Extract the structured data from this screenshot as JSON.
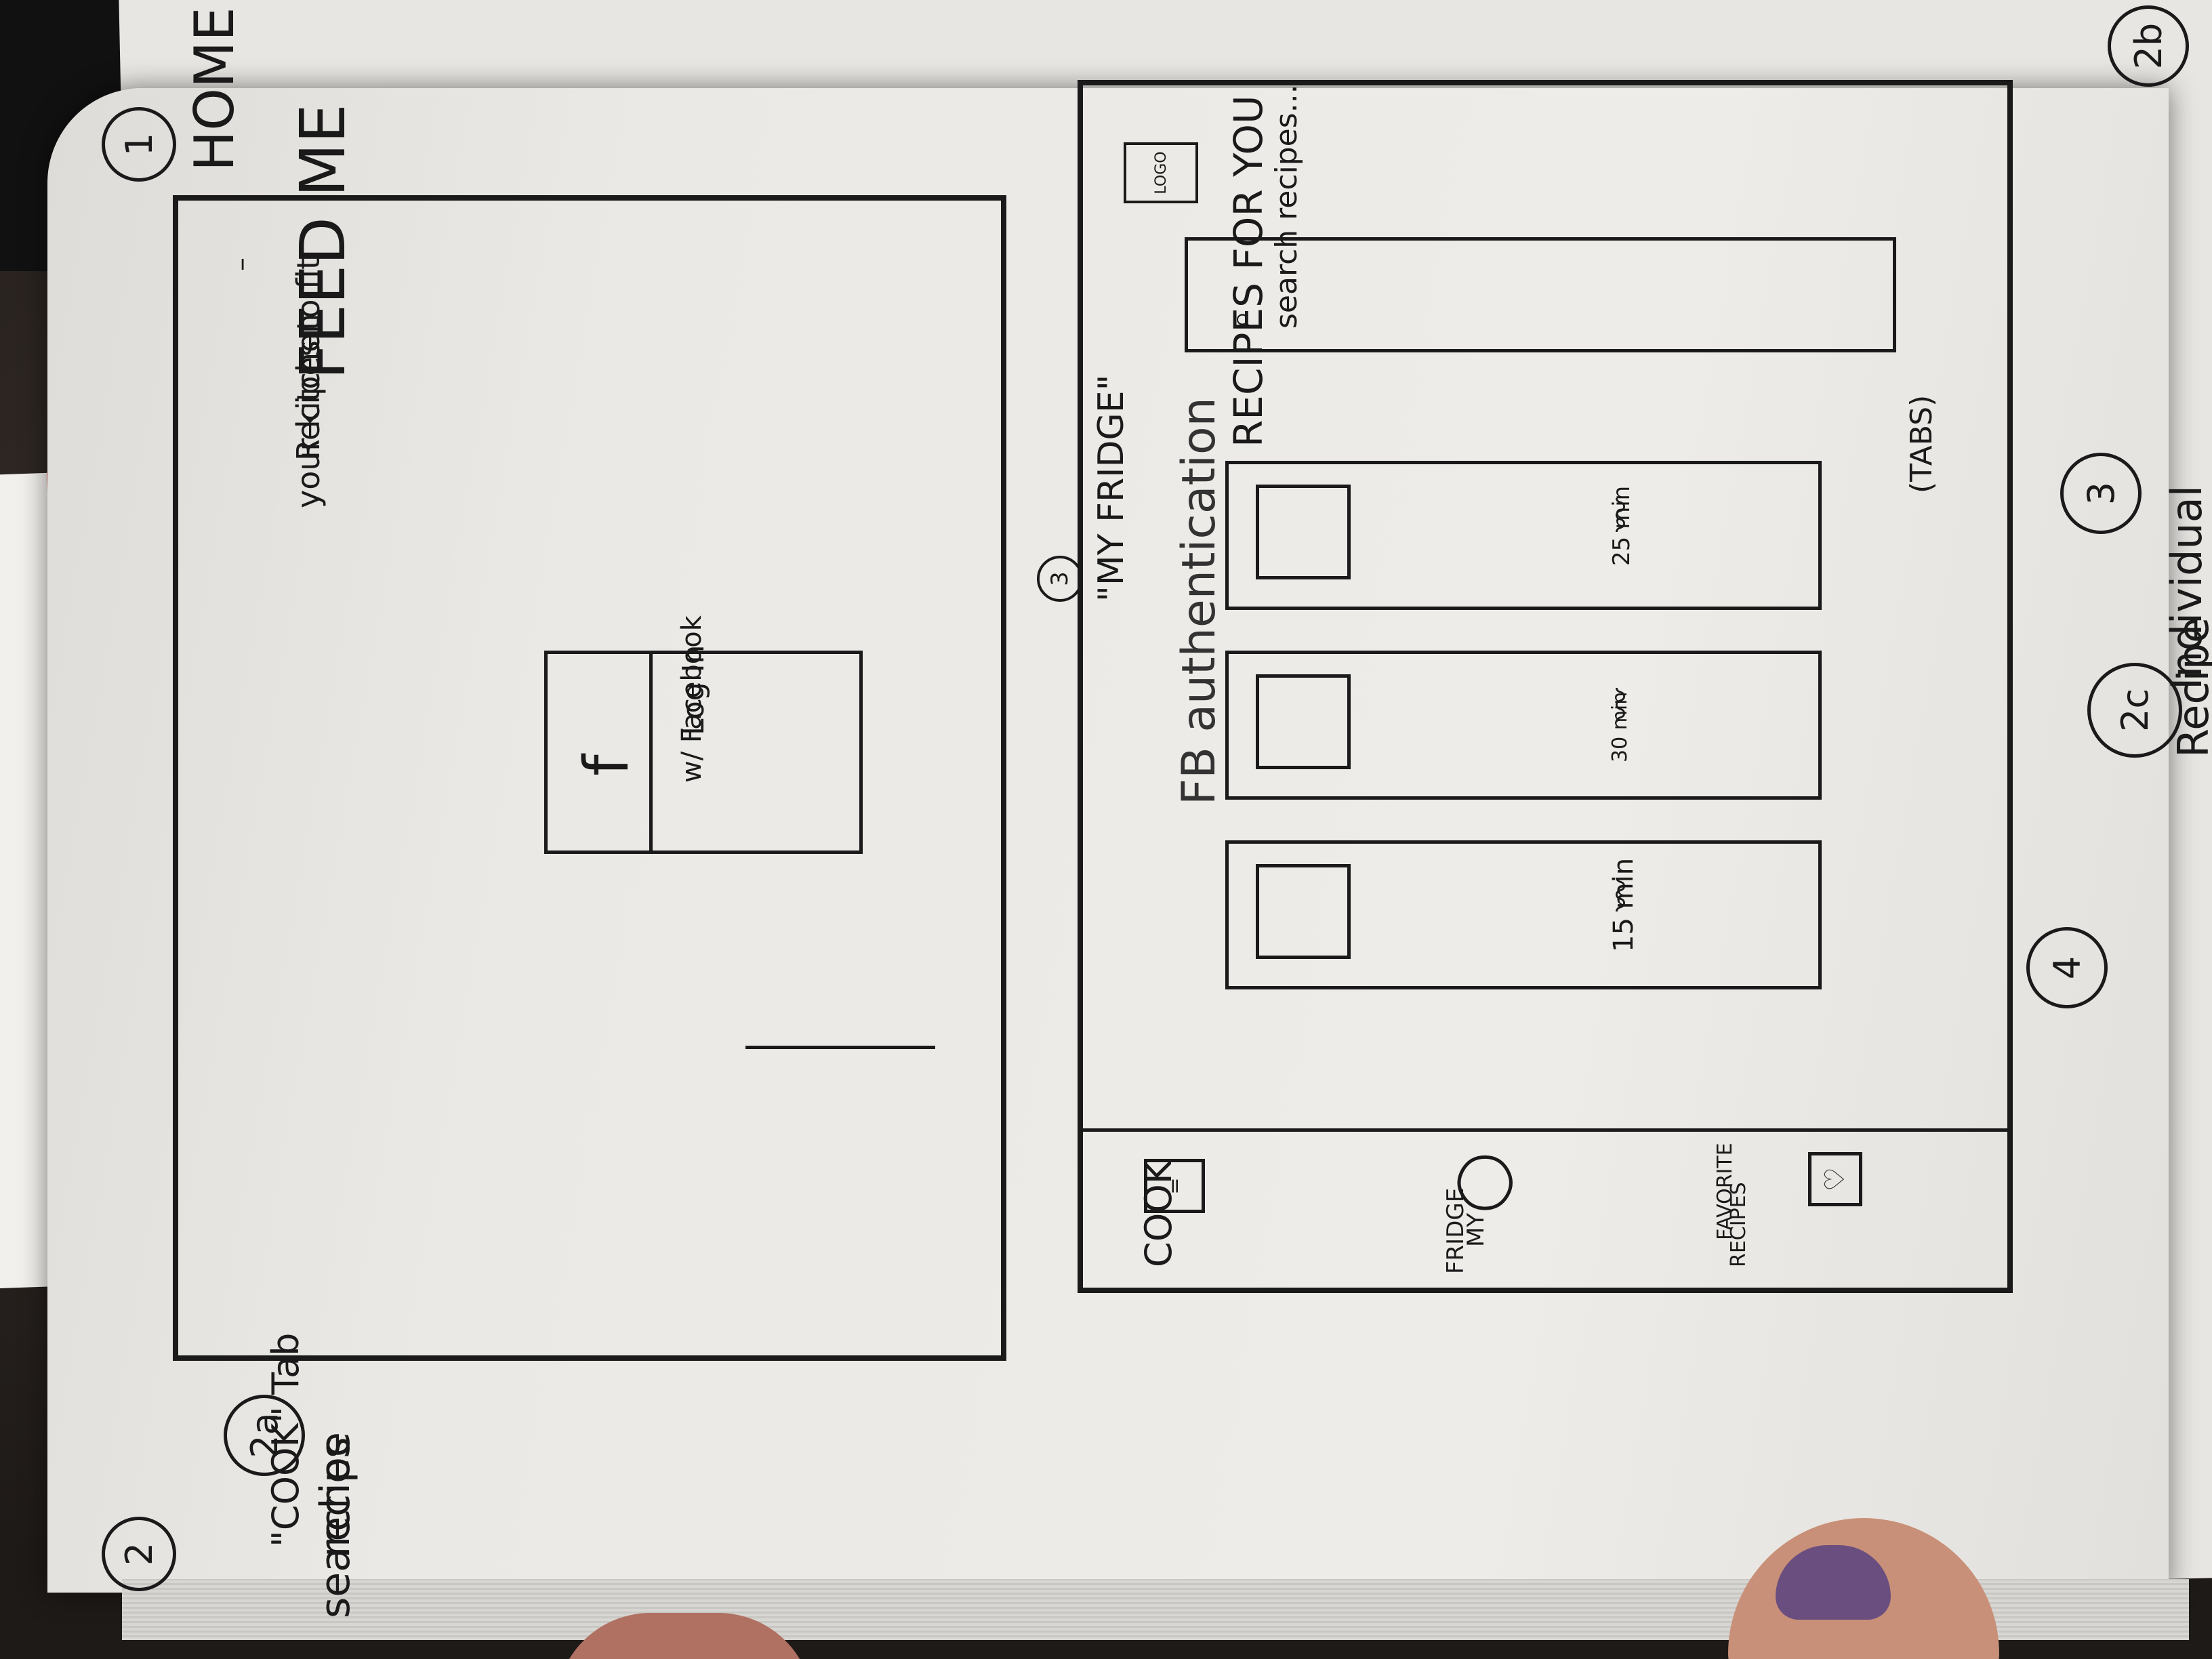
{
  "notes": {
    "home_heading": "HOME",
    "home_number": "1",
    "fb_note": "FB authentication",
    "my_fridge_number": "3",
    "my_fridge_note": "\"MY FRIDGE\"",
    "cook_number": "2",
    "cook_note": "\"COOK\" Tab",
    "search_number": "2a",
    "search_note_line1": "recipe",
    "search_note_line2": "searches",
    "recipe_number": "2c",
    "recipe_note_line1": "Individual",
    "recipe_note_line2": "Recipe",
    "tabs_note": "(TABS)",
    "tab3_number": "3",
    "tab4_number": "4",
    "corner_number_top": "2b",
    "corner_number_right": "3"
  },
  "home_screen": {
    "app_title": "FEED ME",
    "tagline_line1": "Recipes to fit",
    "tagline_line2": "your kitchen",
    "fb_icon": "f",
    "login_line1": "Log In",
    "login_line2": "w/ Facebook"
  },
  "cook_screen": {
    "logo": "LOGO",
    "search_placeholder": "search recipes...",
    "section_title": "RECIPES FOR YOU",
    "recipes": [
      {
        "time": "25 min"
      },
      {
        "time": "30 min"
      },
      {
        "time": "15 min"
      }
    ],
    "tabs": [
      {
        "label": "COOK",
        "icon": "recipe-card-icon"
      },
      {
        "label_line1": "MY",
        "label_line2": "FRIDGE",
        "icon": "apple-icon"
      },
      {
        "label_line1": "FAVORITE",
        "label_line2": "RECIPES",
        "icon": "heart-icon"
      }
    ]
  }
}
